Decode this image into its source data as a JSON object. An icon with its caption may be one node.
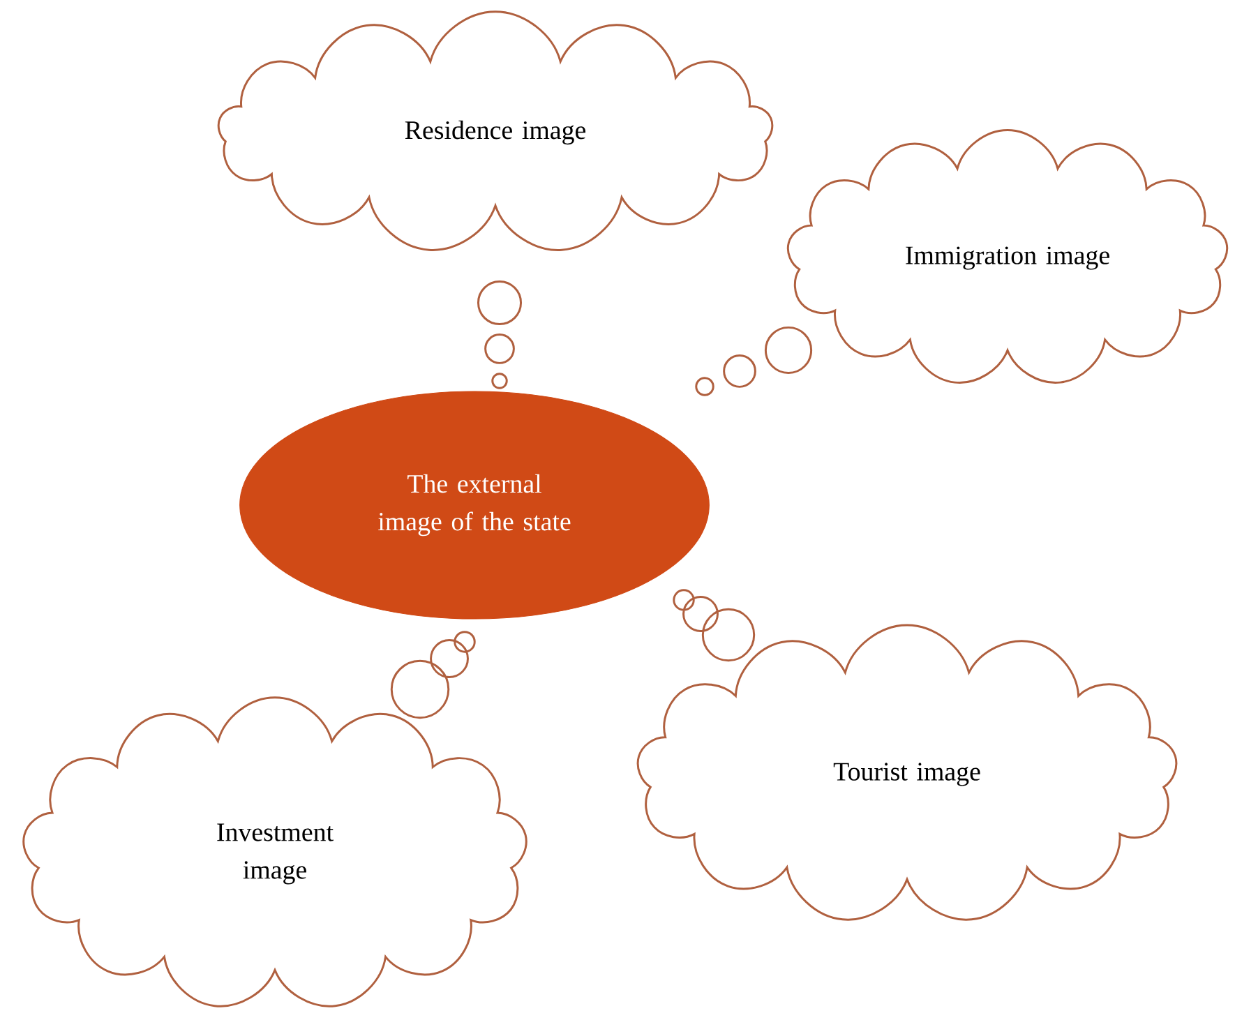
{
  "diagram": {
    "nodes": [
      {
        "text": [
          "Residence image"
        ]
      },
      {
        "text": [
          "Immigration image"
        ]
      },
      {
        "text": [
          "The external image of the state"
        ]
      },
      {
        "text": [
          "Investment image"
        ]
      },
      {
        "text": [
          "Tourist image"
        ]
      }
    ]
  }
}
